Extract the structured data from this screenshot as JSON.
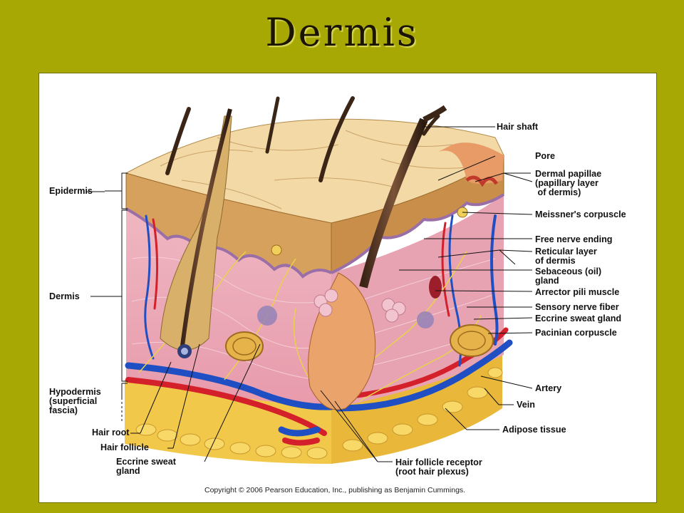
{
  "title": "Dermis",
  "labels": {
    "hair_shaft": "Hair shaft",
    "pore": "Pore",
    "dermal_papillae": "Dermal papillae\n(papillary layer\n of dermis)",
    "meissner": "Meissner's corpuscle",
    "free_nerve": "Free nerve ending",
    "reticular": "Reticular layer\nof dermis",
    "sebaceous": "Sebaceous (oil)\ngland",
    "arrector": "Arrector pili muscle",
    "sensory": "Sensory nerve fiber",
    "eccrine_right": "Eccrine sweat gland",
    "pacinian": "Pacinian corpuscle",
    "artery": "Artery",
    "vein": "Vein",
    "adipose": "Adipose tissue",
    "follicle_receptor": "Hair follicle receptor\n(root hair plexus)",
    "epidermis": "Epidermis",
    "dermis": "Dermis",
    "hypodermis": "Hypodermis\n(superficial\nfascia)",
    "hair_root": "Hair root",
    "hair_follicle": "Hair follicle",
    "eccrine_left": "Eccrine sweat\ngland"
  },
  "copyright": "Copyright © 2006 Pearson Education, Inc., publishing as Benjamin Cummings."
}
